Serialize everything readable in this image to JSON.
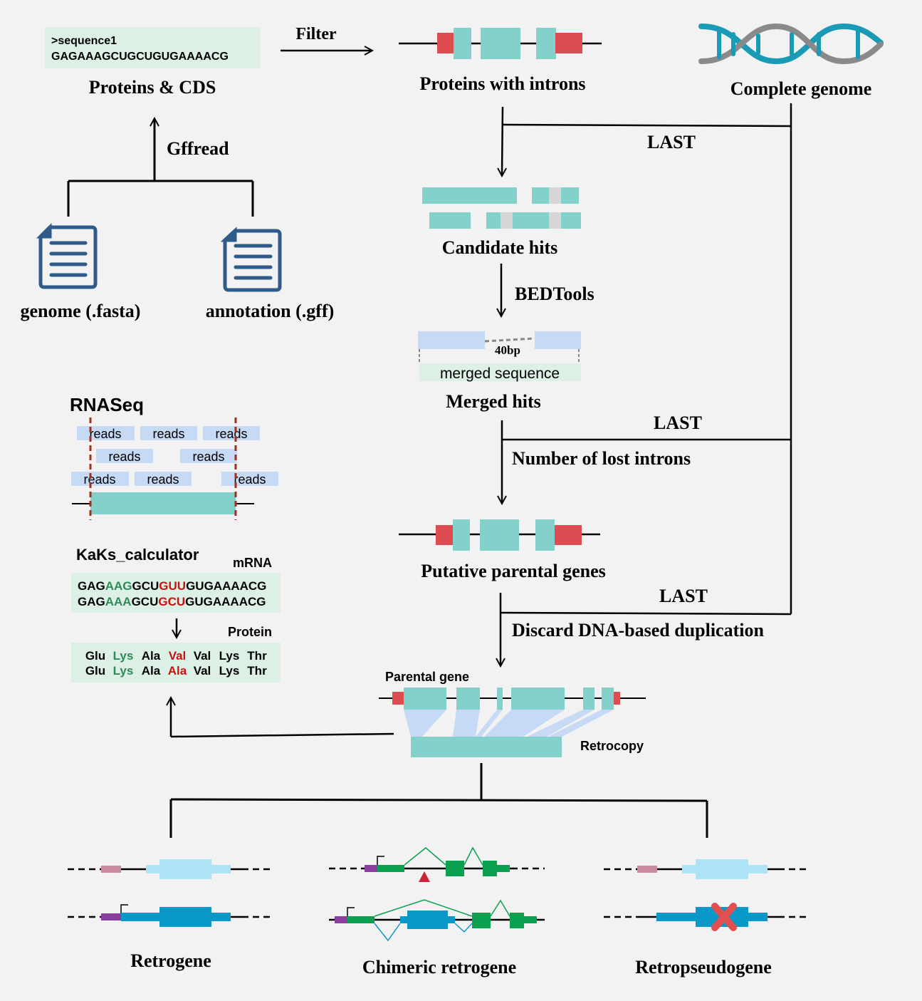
{
  "colors": {
    "teal": "#84d0ca",
    "red": "#dc4c50",
    "light_blue": "#c6d9f5",
    "pale_green": "#dcf0e6",
    "gray_block": "#d6d6d6",
    "doc_icon": "#2f5b8a",
    "dna_teal": "#1a9bb5",
    "dna_gray": "#8a8a8a",
    "gene_light": "#aee3f5",
    "gene_blue": "#0a98c8",
    "pink_utr": "#c98aa0",
    "purple_utr": "#8a3fa0",
    "green_exon": "#0aa050",
    "cross_red": "#e05050",
    "codon_green": "#2e8b57",
    "codon_red": "#cc1111"
  },
  "inputs": {
    "sequence_header": ">sequence1",
    "sequence": "GAGAAAGCUGCUGUGAAAACG",
    "proteins_cds_label": "Proteins & CDS",
    "gffread_label": "Gffread",
    "genome_label": "genome (.fasta)",
    "annotation_label": "annotation (.gff)",
    "genome_icon": "document-icon",
    "annotation_icon": "document-icon"
  },
  "pipeline": {
    "filter_label": "Filter",
    "proteins_with_introns_label": "Proteins with introns",
    "complete_genome_label": "Complete genome",
    "complete_genome_icon": "dna-icon",
    "last_label_1": "LAST",
    "candidate_hits_label": "Candidate hits",
    "bedtools_label": "BEDTools",
    "gap_label": "40bp",
    "merged_sequence_label": "merged sequence",
    "merged_hits_label": "Merged hits",
    "last_label_2": "LAST",
    "lost_introns_label": "Number of lost introns",
    "putative_parental_label": "Putative parental genes",
    "last_label_3": "LAST",
    "discard_label": "Discard DNA-based duplication",
    "parental_gene_label": "Parental gene",
    "retrocopy_label": "Retrocopy"
  },
  "rnaseq": {
    "title": "RNASeq",
    "reads_rows": [
      [
        "reads",
        "reads",
        "reads"
      ],
      [
        "reads",
        "reads"
      ],
      [
        "reads",
        "reads",
        "reads"
      ]
    ]
  },
  "kaks": {
    "title": "KaKs_calculator",
    "mrna_label": "mRNA",
    "protein_label": "Protein",
    "mrna_seq_1": [
      "GAG",
      "AAG",
      "GCU",
      "GUU",
      "GUGAAAACG"
    ],
    "mrna_seq_2": [
      "GAG",
      "AAA",
      "GCU",
      "GCU",
      "GUGAAAACG"
    ],
    "protein_seq_1": [
      "Glu",
      "Lys",
      "Ala",
      "Val",
      "Val",
      "Lys",
      "Thr"
    ],
    "protein_seq_2": [
      "Glu",
      "Lys",
      "Ala",
      "Ala",
      "Val",
      "Lys",
      "Thr"
    ]
  },
  "outcomes": {
    "retrogene_label": "Retrogene",
    "chimeric_label": "Chimeric retrogene",
    "retropseudogene_label": "Retropseudogene",
    "disruption_icon": "cross-icon",
    "promoter_icon": "promoter-arrow-icon",
    "stop_icon": "triangle-icon"
  }
}
